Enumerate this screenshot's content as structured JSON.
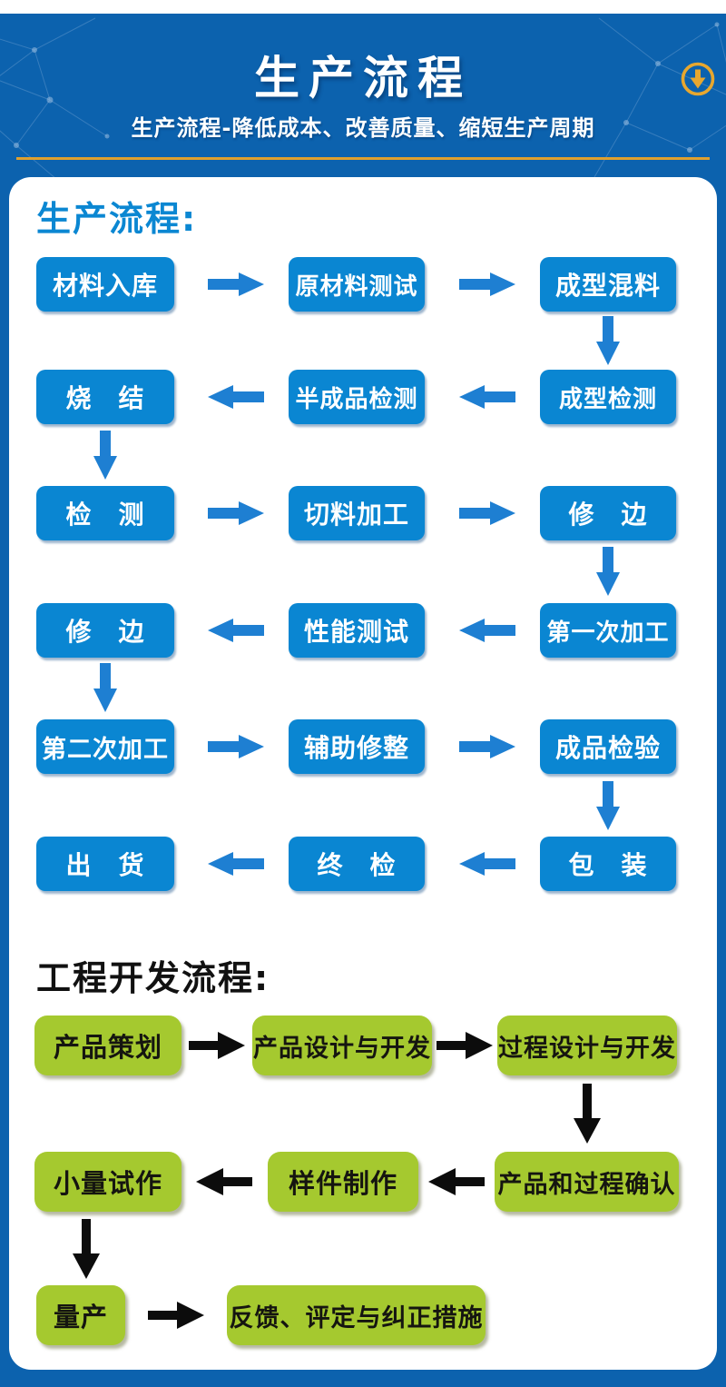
{
  "header": {
    "title": "生产流程",
    "subtitle": "生产流程-降低成本、改善质量、缩短生产周期",
    "scroll_icon": "circle-down-arrow",
    "colors": {
      "background": "#0c62ae",
      "gold_accent": "#dfa02f",
      "text": "#ffffff"
    }
  },
  "production": {
    "heading": "生产流程:",
    "box_color": "#0a86d2",
    "arrow_color": "#1e7fd2",
    "rows": [
      {
        "dir": "right",
        "cells": [
          "材料入库",
          "原材料测试",
          "成型混料"
        ]
      },
      {
        "dir": "left",
        "cells": [
          "烧　结",
          "半成品检测",
          "成型检测"
        ]
      },
      {
        "dir": "right",
        "cells": [
          "检　测",
          "切料加工",
          "修　边"
        ]
      },
      {
        "dir": "left",
        "cells": [
          "修　边",
          "性能测试",
          "第一次加工"
        ]
      },
      {
        "dir": "right",
        "cells": [
          "第二次加工",
          "辅助修整",
          "成品检验"
        ]
      },
      {
        "dir": "left",
        "cells": [
          "出　货",
          "终　检",
          "包　装"
        ]
      }
    ]
  },
  "engineering": {
    "heading": "工程开发流程:",
    "box_color": "#a5c92f",
    "arrow_color": "#0c0c0c",
    "rows": [
      {
        "dir": "right",
        "cells": [
          "产品策划",
          "产品设计与开发",
          "过程设计与开发"
        ]
      },
      {
        "dir": "left",
        "cells": [
          "小量试作",
          "样件制作",
          "产品和过程确认"
        ]
      },
      {
        "dir": "right",
        "cells": [
          "量产",
          "反馈、评定与纠正措施"
        ]
      }
    ]
  }
}
